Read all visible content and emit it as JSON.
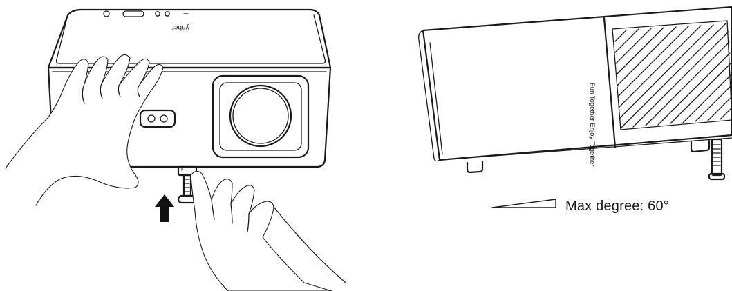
{
  "front_view": {
    "brand_text": "yaber",
    "foot_label": "P",
    "direction_icon": "arrow-up-icon"
  },
  "side_view": {
    "side_text": "Fun Together Enjoy Together"
  },
  "angle_note": {
    "icon": "angle-wedge-icon",
    "text": "Max degree: 60°"
  }
}
